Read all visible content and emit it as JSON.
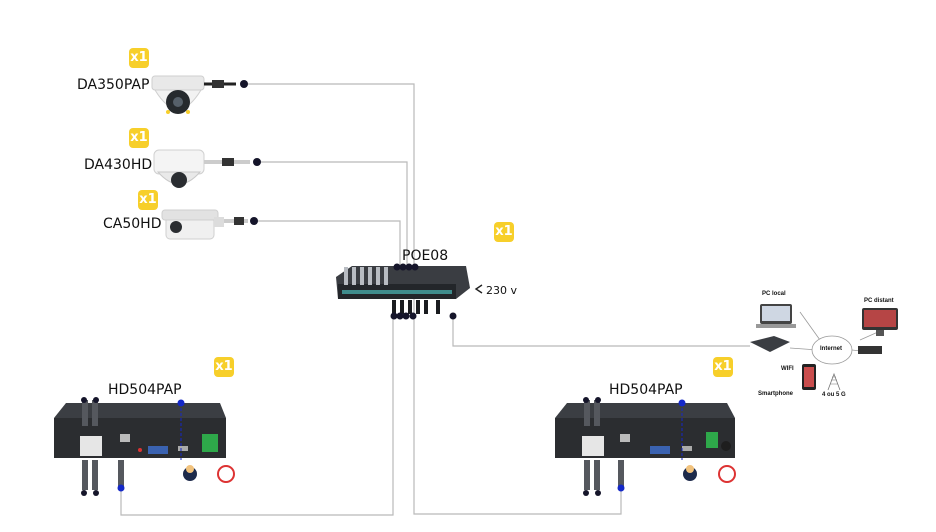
{
  "colors": {
    "badge": "#f7cf2a",
    "wire": "#b9b9b9",
    "network_link": "#1428c8",
    "device_dark": "#2b2d30"
  },
  "badges": [
    "x1",
    "x1",
    "x1",
    "x1",
    "x1",
    "x1"
  ],
  "cameras": [
    {
      "model": "DA350PAP",
      "icon": "dome-camera-icon"
    },
    {
      "model": "DA430HD",
      "icon": "dome-camera-icon"
    },
    {
      "model": "CA50HD",
      "icon": "bullet-camera-icon"
    }
  ],
  "switch": {
    "model": "POE08",
    "power": "230 v"
  },
  "recorders": [
    {
      "model": "HD504PAP"
    },
    {
      "model": "HD504PAP"
    }
  ],
  "network_panel": {
    "pc_local": "PC local",
    "pc_distant": "PC distant",
    "internet": "Internet",
    "wifi": "WIFI",
    "smartphone": "Smartphone",
    "mobile": "4 ou 5 G"
  }
}
